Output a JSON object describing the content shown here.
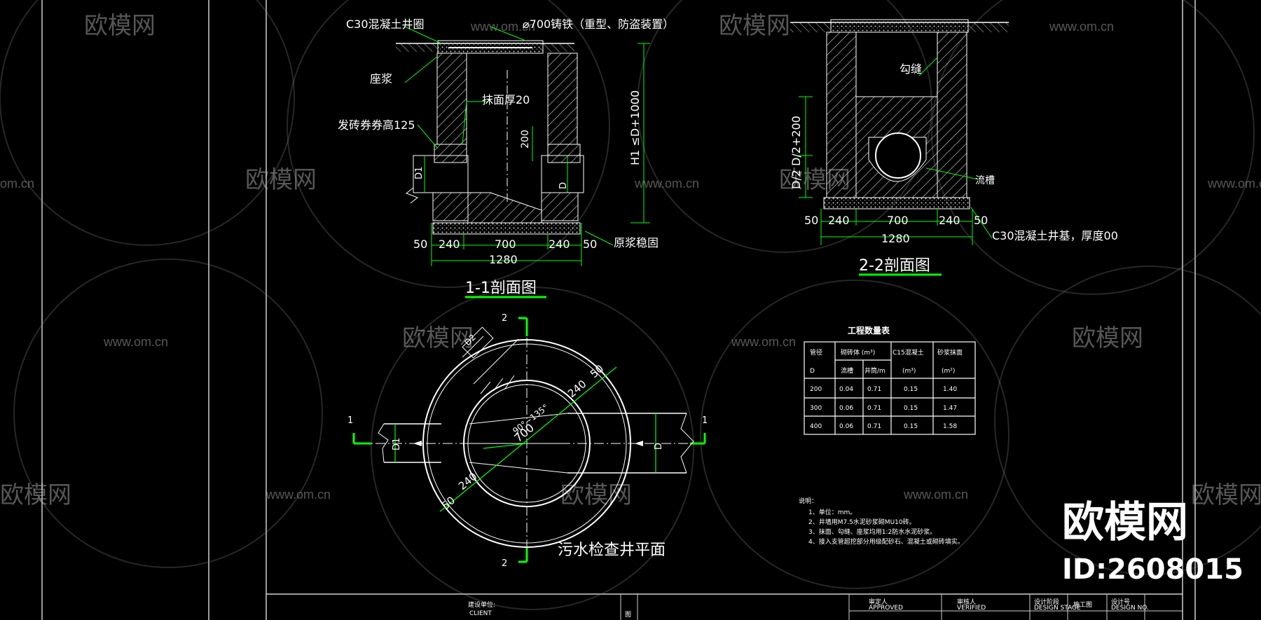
{
  "watermark": {
    "brand": "欧模网",
    "url": "www.om.cn",
    "url_fragment": "om.cn",
    "brand_fragment": "欧模网"
  },
  "logo": {
    "name": "欧模网",
    "id": "ID:2608015"
  },
  "section_1_1": {
    "title": "1-1剖面图",
    "labels": {
      "ring": "C30混凝土井圈",
      "cover": "⌀700铸铁（重型、防盗装置）",
      "grout": "座浆",
      "plaster": "抹面厚20",
      "arch": "发砖券券高125",
      "d1": "D1",
      "d": "D",
      "h200": "200",
      "height": "H1 ≤D+1000",
      "bedding": "原浆稳固"
    },
    "dims": [
      "50",
      "240",
      "700",
      "240",
      "50"
    ],
    "total": "1280"
  },
  "section_2_2": {
    "title": "2-2剖面图",
    "labels": {
      "joint": "勾缝",
      "channel": "流槽",
      "base": "C30混凝土井基，厚度00",
      "vertical": "D/2 D/2+200"
    },
    "dims": [
      "50",
      "240",
      "700",
      "240",
      "50"
    ],
    "total": "1280"
  },
  "plan": {
    "title": "污水检查井平面",
    "angle": "90°~135°",
    "dims": {
      "pipe": "D2",
      "inner": "700",
      "wall_a": "240",
      "gap_a": "50",
      "wall_b": "240",
      "gap_b": "50",
      "d1": "D1",
      "d": "D"
    },
    "markers": {
      "one": "1",
      "two": "2"
    }
  },
  "quantity_table": {
    "title": "工程数量表",
    "header_row1": [
      "管径",
      "砌砖体 (m³)",
      "C15混凝土",
      "砂浆抹面"
    ],
    "header_row2": [
      "D",
      "流槽",
      "井筒/m",
      "(m³)",
      "(m²)"
    ],
    "rows": [
      [
        "200",
        "0.04",
        "0.71",
        "0.15",
        "1.40"
      ],
      [
        "300",
        "0.06",
        "0.71",
        "0.15",
        "1.47"
      ],
      [
        "400",
        "0.06",
        "0.71",
        "0.15",
        "1.58"
      ]
    ]
  },
  "notes": {
    "title": "说明：",
    "items": [
      "1、单位：mm。",
      "2、井墙用M7.5水泥砂浆砌MU10砖。",
      "3、抹面、勾缝、座浆均用1:2防水水泥砂浆。",
      "4、接入支管超挖部分用级配砂石、混凝土或砌砖填实。"
    ]
  },
  "title_block": {
    "unit": "建设单位:",
    "unit_en": "CLIENT",
    "drawing": "图",
    "reviewer": "审定人",
    "reviewer_en": "APPROVED",
    "checker": "审核人",
    "checker_en": "VERIFIED",
    "stage": "设计阶段",
    "stage_en": "DESIGN STAGE",
    "stage_value": "施工图",
    "number": "设计号",
    "number_en": "DESIGN NO."
  },
  "colors": {
    "line_green": "#00ff00",
    "outline": "#ffffff",
    "frame": "#cfcfcf"
  }
}
